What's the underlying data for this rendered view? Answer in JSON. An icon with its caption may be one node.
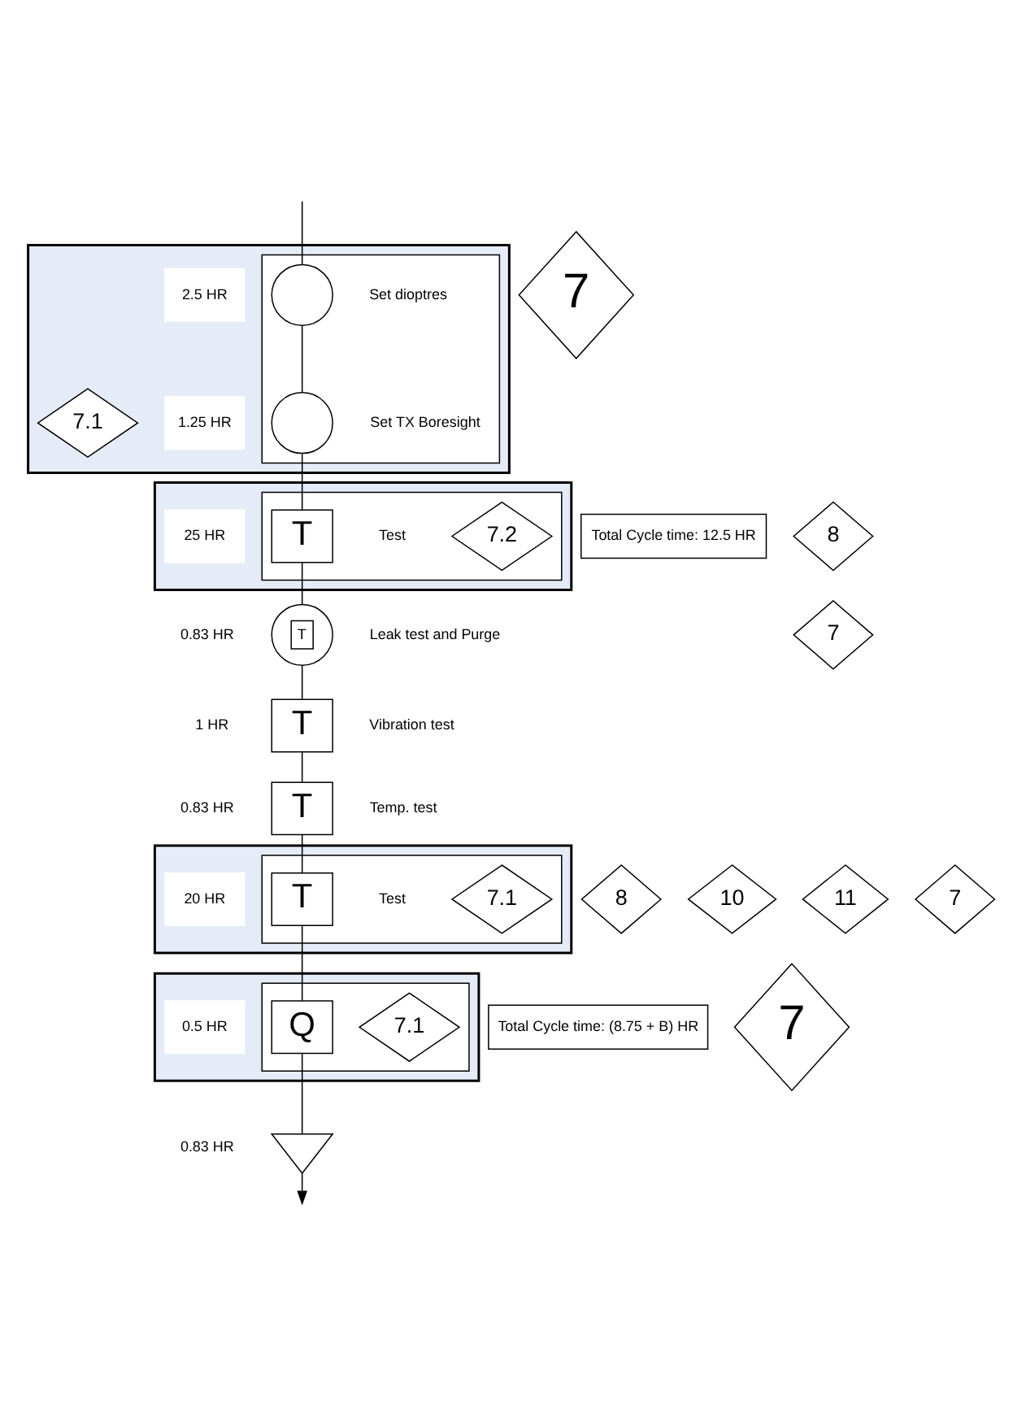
{
  "diagram": {
    "nodes": [
      {
        "text": [],
        "shape": "box"
      },
      {
        "text": [
          "2.5 HR"
        ],
        "in": 0
      },
      {
        "text": [
          "1.25 HR"
        ],
        "in": 0
      },
      {
        "text": [],
        "shape": "box",
        "in": 0
      },
      {
        "text": [],
        "shape": "circle",
        "in": 3,
        "beside": [
          "Set dioptres"
        ]
      },
      {
        "text": [],
        "shape": "circle",
        "in": 3,
        "beside": [
          "Set TX Boresight"
        ]
      },
      {
        "text": [
          "7.1"
        ],
        "in": 0
      },
      {
        "text": [
          "7"
        ]
      },
      {
        "text": [],
        "shape": "box"
      },
      {
        "text": [
          "25 HR"
        ],
        "in": 8
      },
      {
        "text": [],
        "shape": "box",
        "in": 8
      },
      {
        "text": [
          "T"
        ],
        "in": 10,
        "beside": [
          "Test"
        ]
      },
      {
        "text": [
          "7.2"
        ],
        "in": 10
      },
      {
        "text": [
          "Total Cycle time: 12.5 HR"
        ]
      },
      {
        "text": [
          "8"
        ]
      },
      {
        "text": [
          "7"
        ]
      },
      {
        "text": [
          "T"
        ],
        "beside": [
          "0.83 HR",
          "Leak test and Purge"
        ]
      },
      {
        "text": [
          "T"
        ],
        "beside": [
          "1 HR",
          "Vibration test"
        ]
      },
      {
        "text": [
          "T"
        ],
        "beside": [
          "0.83 HR",
          "Temp. test"
        ]
      },
      {
        "text": [],
        "shape": "box"
      },
      {
        "text": [
          "20 HR"
        ],
        "in": 19
      },
      {
        "text": [],
        "shape": "box",
        "in": 19
      },
      {
        "text": [
          "T"
        ],
        "in": 21,
        "beside": [
          "Test"
        ]
      },
      {
        "text": [
          "7.1"
        ],
        "in": 21
      },
      {
        "text": [
          "8"
        ]
      },
      {
        "text": [
          "10"
        ]
      },
      {
        "text": [
          "11"
        ]
      },
      {
        "text": [
          "7"
        ]
      },
      {
        "text": [],
        "shape": "box"
      },
      {
        "text": [
          "0.5 HR"
        ],
        "in": 28
      },
      {
        "text": [],
        "shape": "box",
        "in": 28
      },
      {
        "text": [
          "Q"
        ],
        "in": 30
      },
      {
        "text": [
          "7.1"
        ],
        "in": 30
      },
      {
        "text": [
          "Total Cycle time: (8.75 + B) HR"
        ]
      },
      {
        "text": [
          "7"
        ]
      },
      {
        "text": [],
        "shape": "triangle",
        "beside": [
          "0.83 HR"
        ]
      }
    ],
    "edges": [
      {
        "from": null,
        "to": 4,
        "arrow": "none"
      },
      {
        "from": 4,
        "to": 5,
        "arrow": "none"
      },
      {
        "from": 5,
        "to": 11,
        "arrow": "none"
      },
      {
        "from": 11,
        "to": 16,
        "arrow": "none"
      },
      {
        "from": 16,
        "to": 17,
        "arrow": "none"
      },
      {
        "from": 17,
        "to": 18,
        "arrow": "none"
      },
      {
        "from": 18,
        "to": 22,
        "arrow": "none"
      },
      {
        "from": 22,
        "to": 31,
        "arrow": "none"
      },
      {
        "from": 31,
        "to": 35,
        "arrow": "none"
      },
      {
        "from": 35,
        "to": null,
        "arrow": "to"
      }
    ]
  }
}
